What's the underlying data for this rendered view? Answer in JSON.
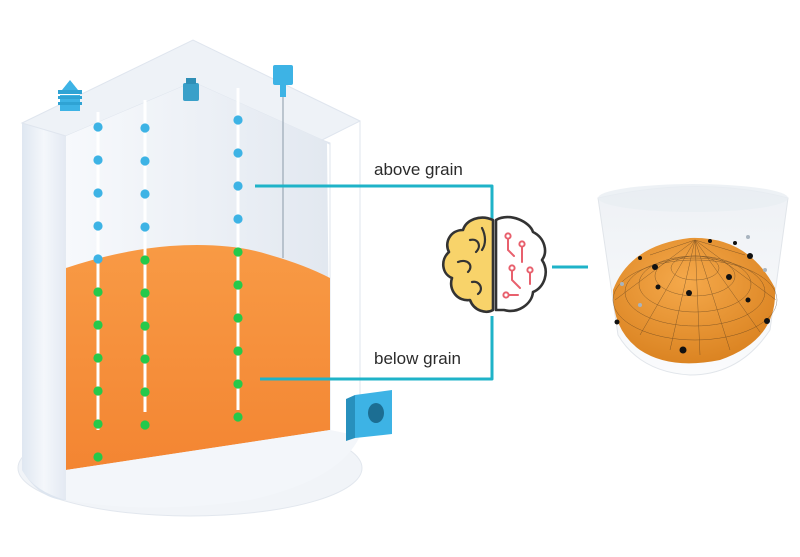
{
  "labels": {
    "above": "above grain",
    "below": "below grain"
  },
  "colors": {
    "grain": "#f7913b",
    "sensor_above": "#3db3e5",
    "sensor_below": "#25c94b",
    "connector": "#1fb3c8",
    "brain_left": "#f8d36a",
    "circuit": "#e8606d",
    "outline": "#333333",
    "silo_wall": "#eaf0f7"
  },
  "cables": [
    {
      "above_count": 5,
      "below_count": 6
    },
    {
      "above_count": 4,
      "below_count": 6
    },
    {
      "above_count": 4,
      "below_count": 6
    }
  ],
  "icons": {
    "left_brain": "brain-icon",
    "right_brain": "circuit-brain-icon"
  }
}
